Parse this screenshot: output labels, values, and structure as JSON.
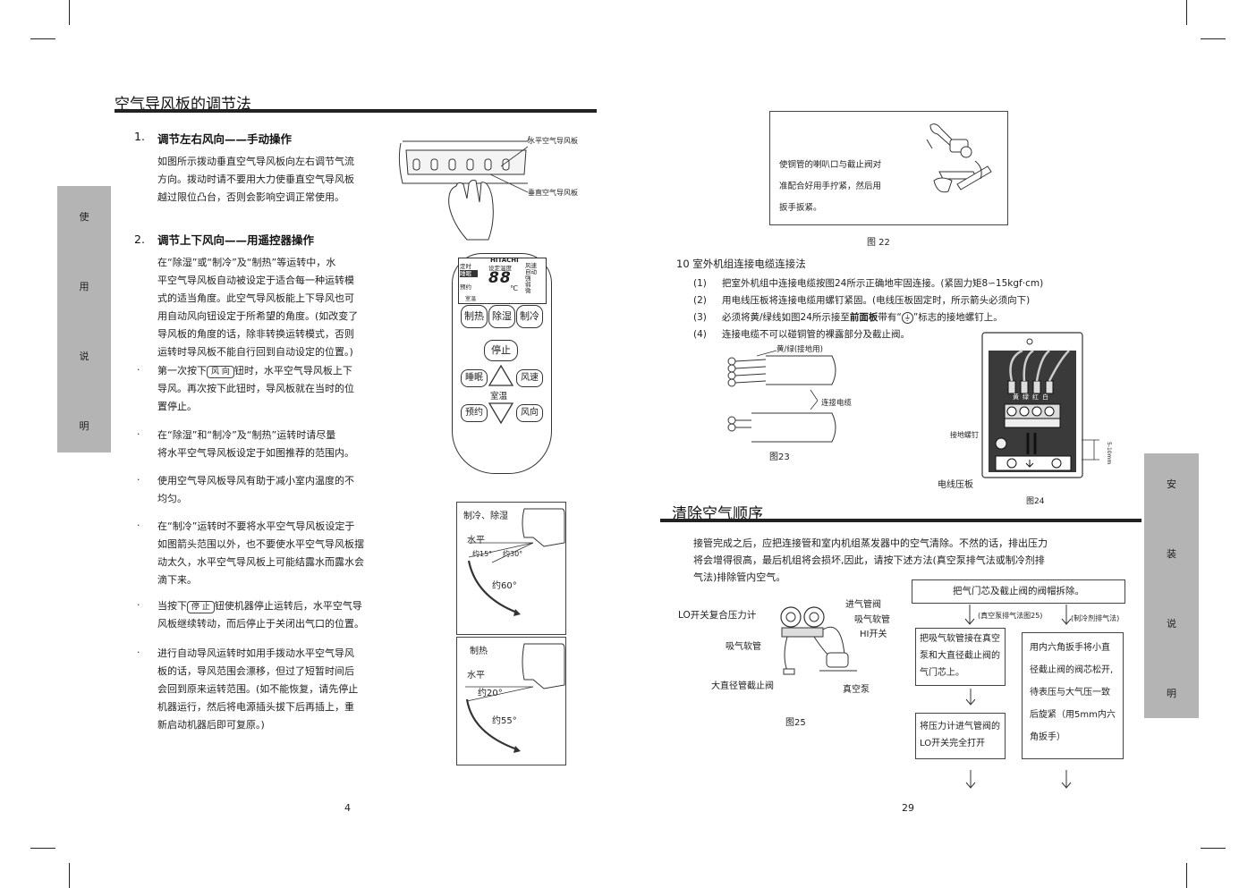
{
  "left_page": {
    "title": "空气导风板的调节法",
    "side_tab": [
      "使",
      "用",
      "说",
      "明"
    ],
    "section1": {
      "num": "1.",
      "heading": "调节左右风向——手动操作",
      "lines": [
        "如图所示拨动垂直空气导风板向左右调节气流",
        "方向。拨动时请不要用大力使垂直空气导风板",
        "越过限位凸台，否则会影响空调正常使用。"
      ],
      "label_horizontal": "水平空气导风板",
      "label_vertical": "垂直空气导风板"
    },
    "section2": {
      "num": "2.",
      "heading": "调节上下风向——用遥控器操作",
      "lines": [
        "在“除湿”或“制冷”及“制热”等运转中，水",
        "平空气导风板自动被设定于适合每一种运转模",
        "式的适当角度。此空气导风板能上下导风也可",
        "用自动风向钮设定于所希望的角度。(如改变了",
        "导风板的角度的话，除非转换运转模式，否则",
        "运转时导风板不能自行回到自动设定的位置。)"
      ]
    },
    "bullets": [
      {
        "before": "第一次按下",
        "key": "风 向",
        "after": "钮时，水平空气导风板上下",
        "lines": [
          "导风。再次按下此钮时，导风板就在当时的位",
          "置停止。"
        ]
      },
      {
        "lines": [
          "在“除湿”和“制冷”及“制热”运转时请尽量",
          "将水平空气导风板设定于如图推荐的范围内。"
        ]
      },
      {
        "lines": [
          "使用空气导风板导风有助于减小室内温度的不",
          "均匀。"
        ]
      },
      {
        "lines": [
          "在“制冷”运转时不要将水平空气导风板设定于",
          "如图箭头范围以外，也不要使水平空气导风板摆",
          "动太久，水平空气导风板上可能结露水而露水会",
          "滴下来。"
        ]
      },
      {
        "before": "当按下",
        "key": "停 止",
        "after": "钮使机器停止运转后，水平空气导",
        "lines": [
          "风板继续转动，而后停止于关闭出气口的位置。"
        ]
      },
      {
        "lines": [
          "进行自动导风运转时如用手拨动水平空气导风",
          "板的话，导风范围会漂移，但过了短暂时间后",
          "会回到原来运转范围。(如不能恢复，请先停止",
          "机器运行，然后将电源插头拔下后再插上，重",
          "新启动机器后即可复原。)"
        ]
      }
    ],
    "remote": {
      "brand": "HITACHI",
      "lcd_labels": [
        "定时",
        "设定温度",
        "风速",
        "睡眠",
        "自动",
        "预约",
        "强",
        "弱",
        "微",
        "室温"
      ],
      "lcd_digits": "88",
      "lcd_unit": "℃",
      "buttons": [
        "制热",
        "除湿",
        "制冷",
        "停止",
        "睡眠",
        "风速",
        "室温",
        "预约",
        "风向"
      ]
    },
    "diagram_cool": {
      "title": "制冷、除湿",
      "horizontal": "水平",
      "angle1": "约15°",
      "angle2": "约30°",
      "angle3": "约60°"
    },
    "diagram_heat": {
      "title": "制热",
      "horizontal": "水平",
      "angle1": "约20°",
      "angle2": "约55°"
    },
    "page_number": "4"
  },
  "right_page": {
    "side_tab": [
      "安",
      "装",
      "说",
      "明"
    ],
    "fig22": {
      "lines": [
        "使铜管的喇叭口与截止阀对",
        "准配合好用手拧紧，然后用",
        "扳手扳紧。"
      ],
      "caption": "图 22"
    },
    "section10": {
      "heading": "10 室外机组连接电缆连接法",
      "items": [
        {
          "n": "(1)",
          "text": "把室外机组中连接电缆按图24所示正确地牢固连接。(紧固力矩8∽15kgf·cm)"
        },
        {
          "n": "(2)",
          "text": "用电线压板将连接电缆用螺钉紧固。(电线压板固定时，所示箭头必须向下)"
        },
        {
          "n": "(3)",
          "text_before": "必须将黄/绿线如图24所示接至",
          "bold": "前面板",
          "text_after": "带有“",
          "text_end": "”标志的接地螺钉上。"
        },
        {
          "n": "(4)",
          "text": "连接电缆不可以碰铜管的裸露部分及截止阀。"
        }
      ]
    },
    "fig23": {
      "label_ground": "黄/绿(接地用)",
      "label_cable": "连接电缆",
      "caption": "图23"
    },
    "fig24": {
      "label_screw": "接地螺钉",
      "label_clamp": "电线压板",
      "caption": "图24",
      "dimension": "5-10mm",
      "terminals": [
        "黄",
        "绿",
        "红",
        "白"
      ]
    },
    "purge_title": "清除空气顺序",
    "purge_lines": [
      "接管完成之后，应把连接管和室内机组蒸发器中的空气清除。不然的话，排出压力",
      "将会增得很高，最后机组将会损坏,因此，请按下述方法(真空泵排气法或制冷剂排",
      "气法)排除管内空气。"
    ],
    "fig25": {
      "labels": {
        "lo_gauge": "LO开关复合压力计",
        "inlet_valve": "进气管阀",
        "suction_hose1": "吸气软管",
        "hi_switch": "HI开关",
        "suction_hose2": "吸气软管",
        "big_valve": "大直径管截止阀",
        "vacuum_pump": "真空泵"
      },
      "caption": "图25"
    },
    "flow": {
      "top": "把气门芯及截止阀的阀帽拆除。",
      "left_tag": "(真空泵排气法图25)",
      "right_tag": "(制冷剂排气法)",
      "left_box1": [
        "把吸气软管接在真空",
        "泵和大直径截止阀的",
        "气门芯上。"
      ],
      "left_box2": [
        "将压力计进气管阀的",
        "LO开关完全打开"
      ],
      "right_box": [
        "用内六角扳手将小直",
        "径截止阀的阀芯松开,",
        "待表压与大气压一致",
        "后旋紧（用5mm内六",
        "角扳手）"
      ]
    },
    "page_number": "29"
  },
  "colors": {
    "text": "#222222",
    "tab": "#b4b4b4",
    "rule": "#222222"
  }
}
